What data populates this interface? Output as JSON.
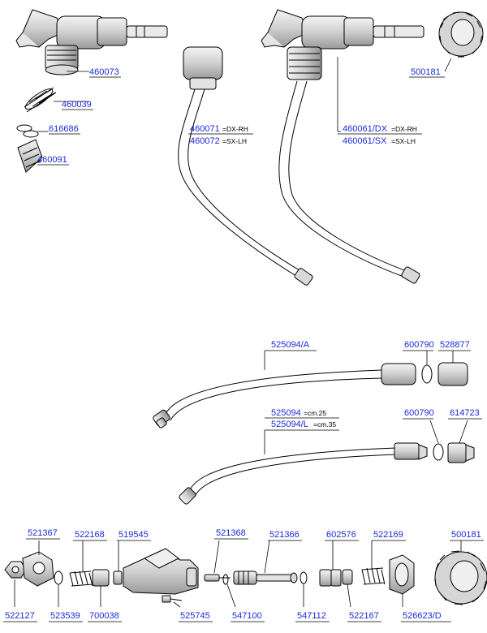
{
  "colors": {
    "link": "#1a2bd6",
    "line": "#000000",
    "fill_light": "#e8e8e8",
    "fill_mid": "#c8c8c8"
  },
  "labels": {
    "p460073": "460073",
    "p460039": "460039",
    "p616686": "616686",
    "p460091": "460091",
    "p460071": "460071",
    "p460071_suffix": "=DX-RH",
    "p460072": "460072",
    "p460072_suffix": "=SX-LH",
    "p460061dx": "460061/DX",
    "p460061dx_suffix": "=DX-RH",
    "p460061sx": "460061/SX",
    "p460061sx_suffix": "=SX-LH",
    "p500181_top": "500181",
    "p525094a": "525094/A",
    "p600790_a": "600790",
    "p528877": "528877",
    "p525094": "525094",
    "p525094_suffix": "=cm.25",
    "p525094l": "525094/L",
    "p525094l_suffix": "=cm.35",
    "p600790_b": "600790",
    "p614723": "614723",
    "p521367": "521367",
    "p522168": "522168",
    "p519545": "519545",
    "p521368": "521368",
    "p521366": "521366",
    "p602576": "602576",
    "p522169": "522169",
    "p500181_bottom": "500181",
    "p522127": "522127",
    "p523539": "523539",
    "p700038": "700038",
    "p525745": "525745",
    "p547100": "547100",
    "p547112": "547112",
    "p522167": "522167",
    "p526623d": "526623/D"
  }
}
